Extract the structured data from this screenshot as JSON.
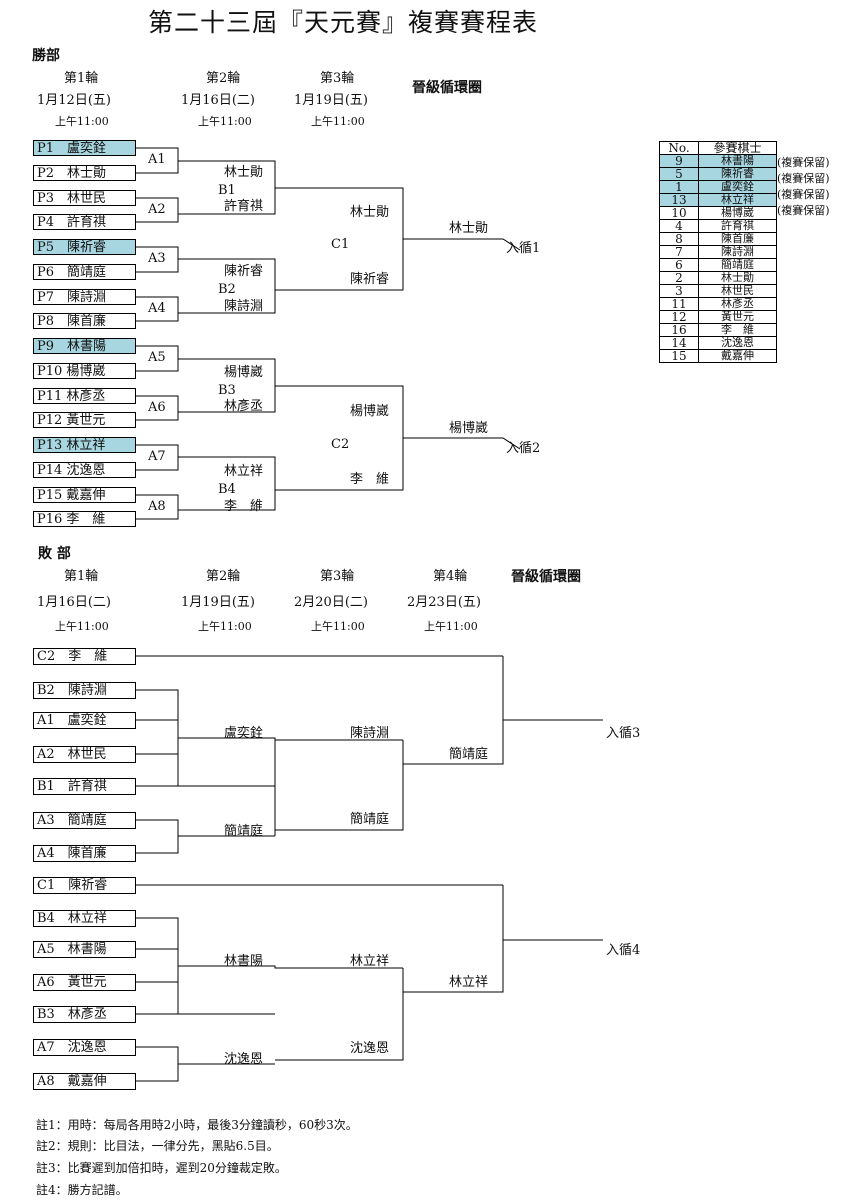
{
  "title": "第二十三屆『天元賽』複賽賽程表",
  "winners": {
    "label": "勝部",
    "qualify_label": "晉級循環圈",
    "rounds": [
      {
        "name": "第1輪",
        "date": "1月12日(五)",
        "time": "上午11:00"
      },
      {
        "name": "第2輪",
        "date": "1月16日(二)",
        "time": "上午11:00"
      },
      {
        "name": "第3輪",
        "date": "1月19日(五)",
        "time": "上午11:00"
      }
    ],
    "players": [
      {
        "text": "P1　盧奕銓",
        "hl": true
      },
      {
        "text": "P2　林士勛",
        "hl": false
      },
      {
        "text": "P3　林世民",
        "hl": false
      },
      {
        "text": "P4　許育祺",
        "hl": false
      },
      {
        "text": "P5　陳祈睿",
        "hl": true
      },
      {
        "text": "P6　簡靖庭",
        "hl": false
      },
      {
        "text": "P7　陳詩淵",
        "hl": false
      },
      {
        "text": "P8　陳首廉",
        "hl": false
      },
      {
        "text": "P9　林書陽",
        "hl": true
      },
      {
        "text": "P10 楊博崴",
        "hl": false
      },
      {
        "text": "P11 林彥丞",
        "hl": false
      },
      {
        "text": "P12 黃世元",
        "hl": false
      },
      {
        "text": "P13 林立祥",
        "hl": true
      },
      {
        "text": "P14 沈逸恩",
        "hl": false
      },
      {
        "text": "P15 戴嘉伸",
        "hl": false
      },
      {
        "text": "P16 李　維",
        "hl": false
      }
    ],
    "r1_labels": [
      "A1",
      "A2",
      "A3",
      "A4",
      "A5",
      "A6",
      "A7",
      "A8"
    ],
    "r2_labels": [
      "B1",
      "B2",
      "B3",
      "B4"
    ],
    "r2_players": [
      "林士勛",
      "許育祺",
      "陳祈睿",
      "陳詩淵",
      "楊博崴",
      "林彥丞",
      "林立祥",
      "李　維"
    ],
    "r3_labels": [
      "C1",
      "C2"
    ],
    "r3_players": [
      "林士勛",
      "陳祈睿",
      "楊博崴",
      "李　維"
    ],
    "final_players": [
      "林士勛",
      "楊博崴"
    ],
    "qualify": [
      "入循1",
      "入循2"
    ]
  },
  "losers": {
    "label": "敗 部",
    "qualify_label": "晉級循環圈",
    "rounds": [
      {
        "name": "第1輪",
        "date": "1月16日(二)",
        "time": "上午11:00"
      },
      {
        "name": "第2輪",
        "date": "1月19日(五)",
        "time": "上午11:00"
      },
      {
        "name": "第3輪",
        "date": "2月20日(二)",
        "time": "上午11:00"
      },
      {
        "name": "第4輪",
        "date": "2月23日(五)",
        "time": "上午11:00"
      }
    ],
    "entries": [
      "C2　李　維",
      "B2　陳詩淵",
      "A1　盧奕銓",
      "A2　林世民",
      "B1　許育祺",
      "A3　簡靖庭",
      "A4　陳首廉",
      "C1　陳祈睿",
      "B4　林立祥",
      "A5　林書陽",
      "A6　黃世元",
      "B3　林彥丞",
      "A7　沈逸恩",
      "A8　戴嘉伸"
    ],
    "r1_winners": [
      "盧奕銓",
      "簡靖庭",
      "林書陽",
      "沈逸恩"
    ],
    "r2_winners": [
      "陳詩淵",
      "簡靖庭",
      "林立祥",
      "沈逸恩"
    ],
    "r3_winners": [
      "簡靖庭",
      "林立祥"
    ],
    "qualify": [
      "入循3",
      "入循4"
    ]
  },
  "table": {
    "header": [
      "No.",
      "參賽棋士"
    ],
    "rows": [
      {
        "no": "9",
        "name": "林書陽",
        "hl": true
      },
      {
        "no": "5",
        "name": "陳祈睿",
        "hl": true
      },
      {
        "no": "1",
        "name": "盧奕銓",
        "hl": true
      },
      {
        "no": "13",
        "name": "林立祥",
        "hl": true
      },
      {
        "no": "10",
        "name": "楊博崴",
        "hl": false
      },
      {
        "no": "4",
        "name": "許育祺",
        "hl": false
      },
      {
        "no": "8",
        "name": "陳首廉",
        "hl": false
      },
      {
        "no": "7",
        "name": "陳詩淵",
        "hl": false
      },
      {
        "no": "6",
        "name": "簡靖庭",
        "hl": false
      },
      {
        "no": "2",
        "name": "林士勛",
        "hl": false
      },
      {
        "no": "3",
        "name": "林世民",
        "hl": false
      },
      {
        "no": "11",
        "name": "林彥丞",
        "hl": false
      },
      {
        "no": "12",
        "name": "黃世元",
        "hl": false
      },
      {
        "no": "16",
        "name": "李　維",
        "hl": false
      },
      {
        "no": "14",
        "name": "沈逸恩",
        "hl": false
      },
      {
        "no": "15",
        "name": "戴嘉伸",
        "hl": false
      }
    ],
    "reserved_label": "(複賽保留)"
  },
  "notes": [
    "註1：用時：每局各用時2小時，最後3分鐘讀秒，60秒3次。",
    "註2：規則：比目法，一律分先，黑貼6.5目。",
    "註3：比賽遲到加倍扣時，遲到20分鐘裁定敗。",
    "註4：勝方記譜。"
  ]
}
